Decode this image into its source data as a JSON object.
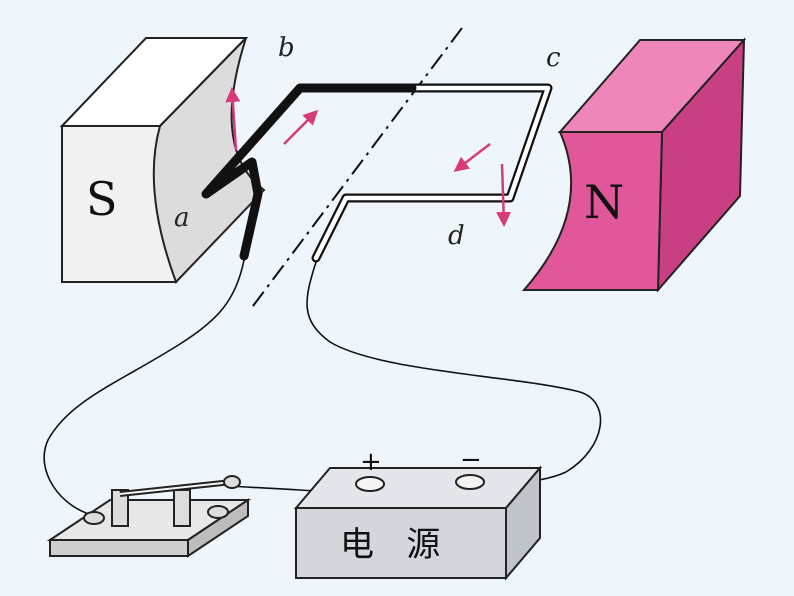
{
  "magnets": {
    "south": {
      "label": "S"
    },
    "north": {
      "label": "N",
      "color": "#e0579a"
    }
  },
  "coil": {
    "labels": {
      "a": "a",
      "b": "b",
      "c": "c",
      "d": "d"
    }
  },
  "power_supply": {
    "label": "电   源",
    "positive": "+",
    "negative": "−"
  },
  "colors": {
    "arrow": "#d63a78",
    "magnet_south_front": "#f1f1f1",
    "magnet_south_top": "#ffffff",
    "magnet_south_side": "#dcdcdc",
    "magnet_north_front": "#e0579a",
    "magnet_north_top": "#ee86ba",
    "magnet_north_side": "#c83f83",
    "battery": "#d3d7dd"
  }
}
